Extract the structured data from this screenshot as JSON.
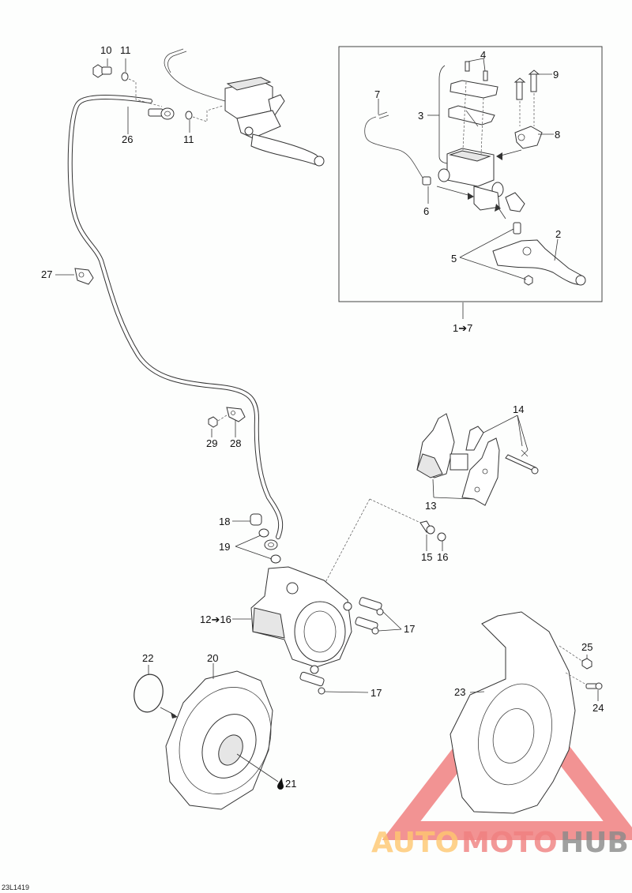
{
  "drawing_code": "23L1419",
  "watermark": {
    "parts": [
      "AUTO",
      "MOTO",
      "HUB"
    ],
    "colors": {
      "auto": "#ffc870",
      "moto": "#f08080",
      "hub": "#8a8a8a",
      "triangle": "#f08080"
    }
  },
  "callouts": {
    "c1_7": "1➔7",
    "c2": "2",
    "c3": "3",
    "c4": "4",
    "c5": "5",
    "c6": "6",
    "c7": "7",
    "c8": "8",
    "c9": "9",
    "c10": "10",
    "c11a": "11",
    "c11b": "11",
    "c12_16": "12➔16",
    "c13": "13",
    "c14": "14",
    "c15": "15",
    "c16": "16",
    "c17a": "17",
    "c17b": "17",
    "c18": "18",
    "c19": "19",
    "c20": "20",
    "c21": "21",
    "c22": "22",
    "c23": "23",
    "c24": "24",
    "c25": "25",
    "c26": "26",
    "c27": "27",
    "c28": "28",
    "c29": "29"
  }
}
